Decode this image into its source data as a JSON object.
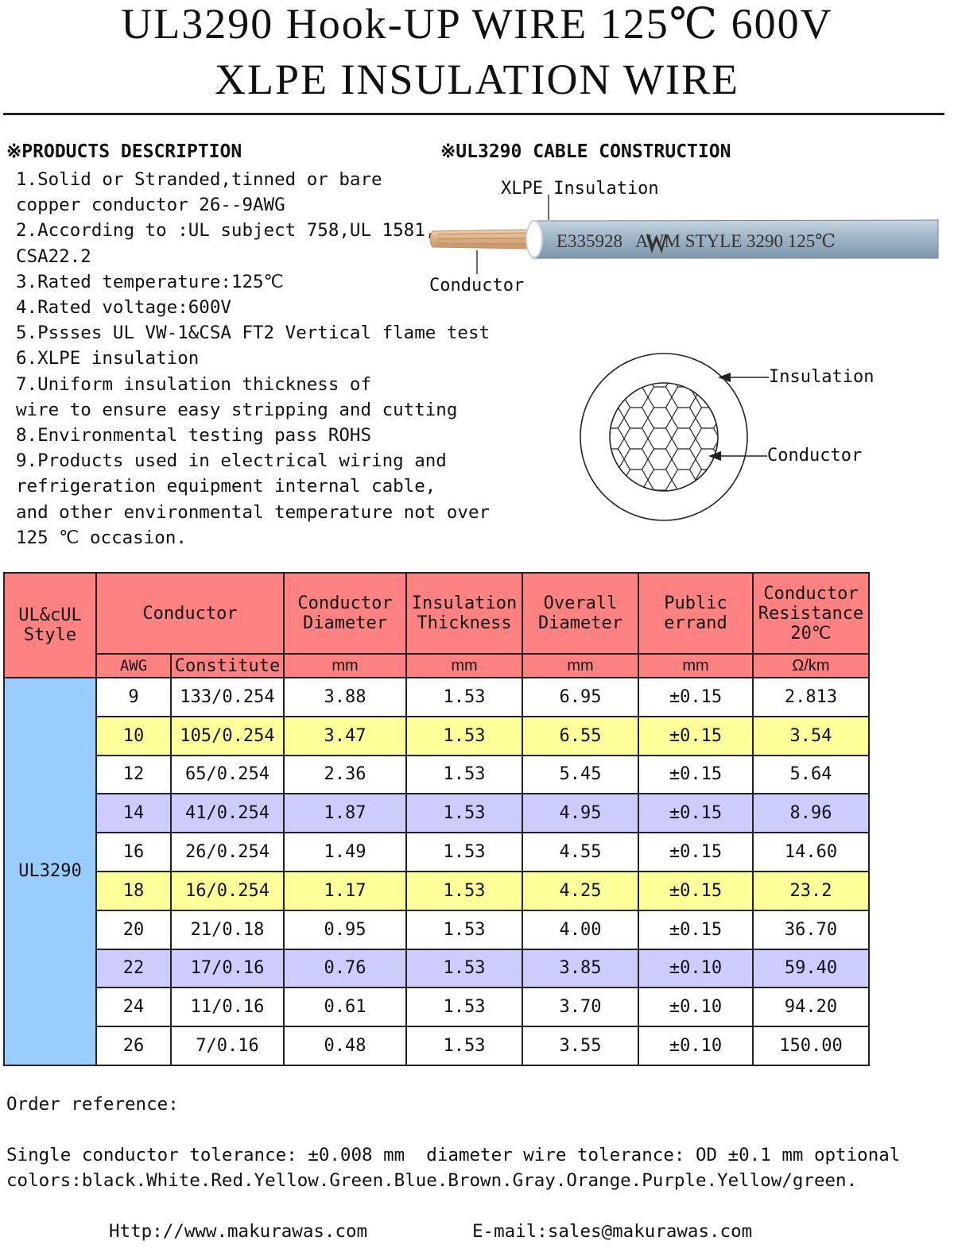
{
  "header": {
    "title_line1": "UL3290 Hook-UP WIRE 125℃ 600V",
    "title_line2": "XLPE INSULATION WIRE"
  },
  "description": {
    "heading": "※PRODUCTS DESCRIPTION",
    "lines": [
      "1.Solid or Stranded,tinned or bare",
      "copper conductor 26--9AWG",
      "2.According to :UL subject 758,UL 1581,",
      "CSA22.2",
      "3.Rated temperature:125℃",
      "4.Rated voltage:600V",
      "5.Pssses UL VW-1&CSA FT2 Vertical flame test",
      "6.XLPE insulation",
      "7.Uniform insulation thickness of",
      "wire to ensure easy stripping and cutting",
      "8.Environmental testing pass ROHS",
      "9.Products used in electrical wiring and",
      "refrigeration equipment internal cable,",
      "and other environmental temperature not over",
      "125 ℃ occasion."
    ]
  },
  "construction": {
    "heading": "※UL3290 CABLE CONSTRUCTION",
    "xlpe_label": "XLPE Insulation",
    "conductor_label": "Conductor",
    "wire_print": "E335928   AWM STYLE 3290 125℃",
    "insulation_label": "Insulation",
    "cross_conductor_label": "Conductor",
    "colors": {
      "jacket": "#9fb4c6",
      "copper": "#e8b98a",
      "header": "#ff8282",
      "style": "#99ccff",
      "yellow": "#ffff99",
      "purple": "#ccccff"
    }
  },
  "table": {
    "headers": {
      "style": "UL&cUL Style",
      "conductor": "Conductor",
      "cond_diameter": "Conductor Diameter",
      "ins_thickness": "Insulation Thickness",
      "overall": "Overall Diameter",
      "errand": "Public errand",
      "resistance": "Conductor Resistance 20℃"
    },
    "subheaders": {
      "awg": "AWG",
      "constitute": "Constitute",
      "cond_diameter": "mm",
      "ins_thickness": "mm",
      "overall": "mm",
      "errand": "mm",
      "resistance": "Ω/km"
    },
    "style_value": "UL3290",
    "rows": [
      {
        "awg": "9",
        "constitute": "133/0.254",
        "cond": "3.88",
        "ins": "1.53",
        "od": "6.95",
        "tol": "±0.15",
        "res": "2.813",
        "tone": "white"
      },
      {
        "awg": "10",
        "constitute": "105/0.254",
        "cond": "3.47",
        "ins": "1.53",
        "od": "6.55",
        "tol": "±0.15",
        "res": "3.54",
        "tone": "yellow"
      },
      {
        "awg": "12",
        "constitute": "65/0.254",
        "cond": "2.36",
        "ins": "1.53",
        "od": "5.45",
        "tol": "±0.15",
        "res": "5.64",
        "tone": "white"
      },
      {
        "awg": "14",
        "constitute": "41/0.254",
        "cond": "1.87",
        "ins": "1.53",
        "od": "4.95",
        "tol": "±0.15",
        "res": "8.96",
        "tone": "purple"
      },
      {
        "awg": "16",
        "constitute": "26/0.254",
        "cond": "1.49",
        "ins": "1.53",
        "od": "4.55",
        "tol": "±0.15",
        "res": "14.60",
        "tone": "white"
      },
      {
        "awg": "18",
        "constitute": "16/0.254",
        "cond": "1.17",
        "ins": "1.53",
        "od": "4.25",
        "tol": "±0.15",
        "res": "23.2",
        "tone": "yellow"
      },
      {
        "awg": "20",
        "constitute": "21/0.18",
        "cond": "0.95",
        "ins": "1.53",
        "od": "4.00",
        "tol": "±0.15",
        "res": "36.70",
        "tone": "white"
      },
      {
        "awg": "22",
        "constitute": "17/0.16",
        "cond": "0.76",
        "ins": "1.53",
        "od": "3.85",
        "tol": "±0.10",
        "res": "59.40",
        "tone": "purple"
      },
      {
        "awg": "24",
        "constitute": "11/0.16",
        "cond": "0.61",
        "ins": "1.53",
        "od": "3.70",
        "tol": "±0.10",
        "res": "94.20",
        "tone": "white"
      },
      {
        "awg": "26",
        "constitute": "7/0.16",
        "cond": "0.48",
        "ins": "1.53",
        "od": "3.55",
        "tol": "±0.10",
        "res": "150.00",
        "tone": "white"
      }
    ]
  },
  "footer": {
    "order_ref": "Order reference:",
    "tolerance": "Single conductor tolerance: ±0.008 mm  diameter wire tolerance: OD ±0.1 mm optional",
    "colors": "colors:black.White.Red.Yellow.Green.Blue.Brown.Gray.Orange.Purple.Yellow/green.",
    "website": "Http://www.makurawas.com",
    "email": "E-mail:sales@makurawas.com"
  }
}
